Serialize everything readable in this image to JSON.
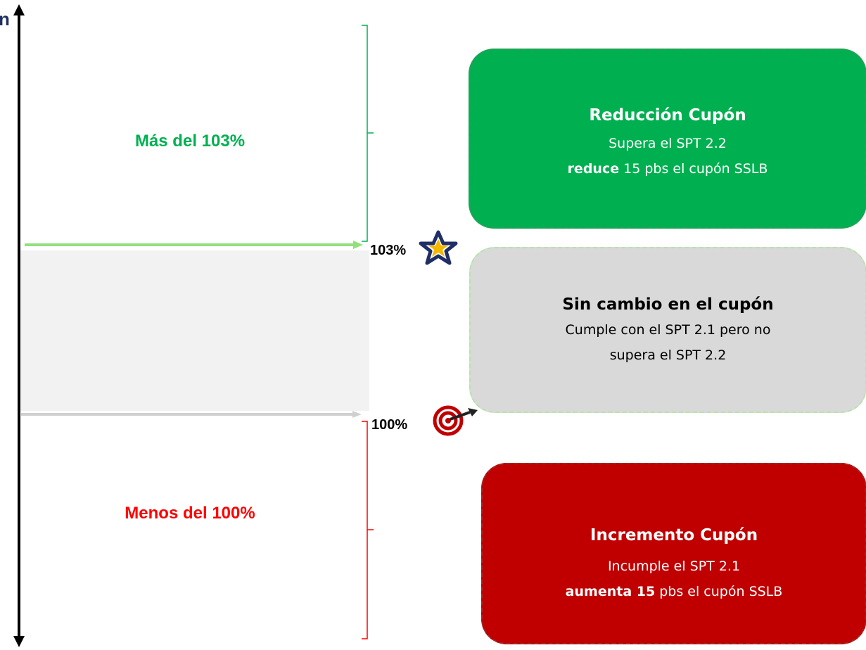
{
  "axis": {
    "corner_label": "n"
  },
  "zones": {
    "above_label": "Más del 103%",
    "below_label": "Menos del 100%"
  },
  "thresholds": {
    "upper_label": "103%",
    "lower_label": "100%",
    "upper_icon": "star-icon",
    "lower_icon": "target-dart-icon"
  },
  "boxes": {
    "reduction": {
      "title": "Reducción Cupón",
      "line1": "Supera el SPT 2.2",
      "line2_bold": "reduce",
      "line2_rest": " 15 pbs el cupón SSLB"
    },
    "no_change": {
      "title": "Sin cambio en el cupón",
      "line1": "Cumple con el SPT 2.1 pero no",
      "line2": "supera el SPT 2.2"
    },
    "increase": {
      "title": "Incremento Cupón",
      "line1": "Incumple el SPT 2.1",
      "line2_bold": "aumenta 15",
      "line2_rest": " pbs el cupón SSLB"
    }
  },
  "colors": {
    "green": "#00b050",
    "light_green_arrow": "#92e07c",
    "gray_band": "#f2f2f2",
    "gray_box": "#d9d9d9",
    "red": "#c00000",
    "red_text": "#ff0000",
    "navy": "#1f2f66",
    "gold": "#f5b800"
  }
}
